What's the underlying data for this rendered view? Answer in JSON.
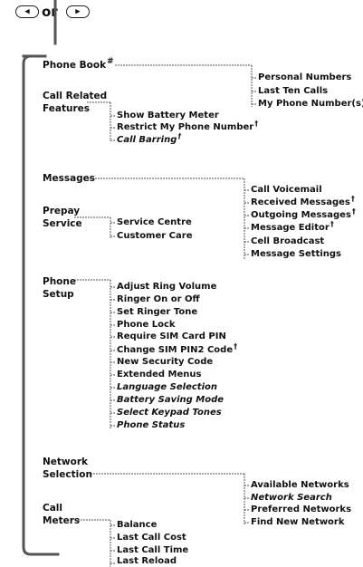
{
  "header": {
    "or_text": "or",
    "left_key_icon": "left-arrow-key-icon",
    "right_key_icon": "right-arrow-key-icon"
  },
  "menu": [
    {
      "label": "Phone Book",
      "mark": "#",
      "items": [
        {
          "text": "Personal Numbers"
        },
        {
          "text": "Last Ten Calls"
        },
        {
          "text": "My Phone Number(s)"
        }
      ]
    },
    {
      "label_lines": [
        "Call Related",
        "Features"
      ],
      "items": [
        {
          "text": "Show Battery Meter"
        },
        {
          "text": "Restrict My Phone Number",
          "mark": "†"
        },
        {
          "text": "Call Barring",
          "mark": "†",
          "italic": true
        }
      ]
    },
    {
      "label": "Messages",
      "items": [
        {
          "text": "Call Voicemail"
        },
        {
          "text": "Received Messages",
          "mark": "†"
        },
        {
          "text": "Outgoing Messages",
          "mark": "†"
        },
        {
          "text": "Message Editor",
          "mark": "†"
        },
        {
          "text": "Cell Broadcast"
        },
        {
          "text": "Message Settings"
        }
      ]
    },
    {
      "label_lines": [
        "Prepay",
        "Service"
      ],
      "items": [
        {
          "text": "Service Centre"
        },
        {
          "text": "Customer Care"
        }
      ]
    },
    {
      "label_lines": [
        "Phone",
        "Setup"
      ],
      "items": [
        {
          "text": "Adjust Ring Volume"
        },
        {
          "text": "Ringer On or Off"
        },
        {
          "text": "Set Ringer Tone"
        },
        {
          "text": "Phone Lock"
        },
        {
          "text": "Require SIM Card PIN"
        },
        {
          "text": "Change SIM PIN2 Code",
          "mark": "†"
        },
        {
          "text": "New Security Code"
        },
        {
          "text": "Extended Menus"
        },
        {
          "text": "Language Selection",
          "italic": true
        },
        {
          "text": "Battery Saving Mode",
          "italic": true
        },
        {
          "text": "Select Keypad Tones",
          "italic": true
        },
        {
          "text": "Phone Status",
          "italic": true
        }
      ]
    },
    {
      "label_lines": [
        "Network",
        "Selection"
      ],
      "items": [
        {
          "text": "Available Networks"
        },
        {
          "text": "Network Search",
          "italic": true
        },
        {
          "text": "Preferred Networks"
        },
        {
          "text": "Find New Network"
        }
      ]
    },
    {
      "label_lines": [
        "Call",
        "Meters"
      ],
      "items": [
        {
          "text": "Balance"
        },
        {
          "text": "Last Call Cost"
        },
        {
          "text": "Last Call Time"
        },
        {
          "text": "Last Reload"
        }
      ]
    }
  ]
}
